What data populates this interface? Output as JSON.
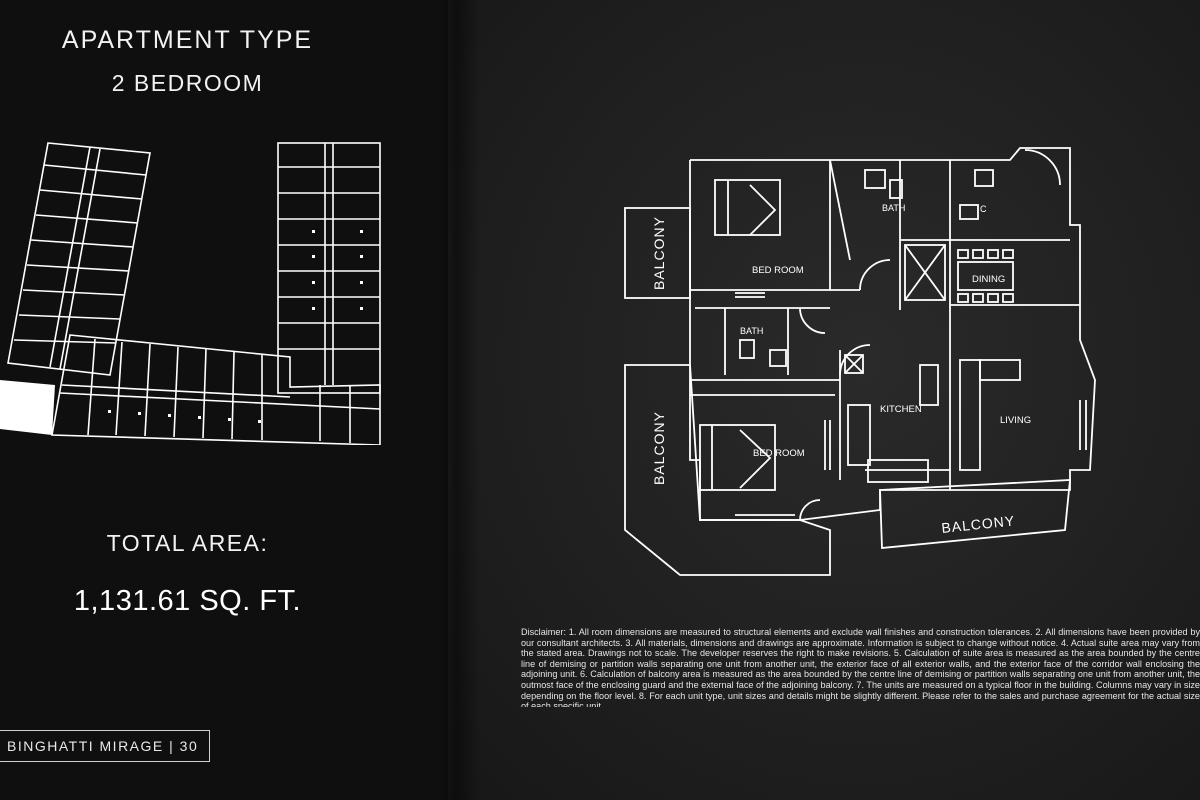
{
  "left_page": {
    "title": "APARTMENT TYPE",
    "subtitle": "2 BEDROOM",
    "area_label": "TOTAL AREA:",
    "area_value": "1,131.61 SQ. FT.",
    "footer": "BINGHATTI MIRAGE | 30"
  },
  "floor_plan": {
    "rooms": {
      "bed_room_1": "BED ROOM",
      "bed_room_2": "BED ROOM",
      "bath_1": "BATH",
      "bath_2": "BATH",
      "dining": "DINING",
      "kitchen": "KITCHEN",
      "living": "LIVING",
      "balcony_1": "BALCONY",
      "balcony_2": "BALCONY",
      "balcony_3": "BALCONY",
      "wc_mark": "C"
    }
  },
  "disclaimer": "Disclaimer: 1. All room dimensions are measured to structural elements and exclude wall finishes and construction tolerances. 2. All dimensions have been provided by our consultant architects. 3. All materials, dimensions and drawings are approximate. Information is subject to change without notice. 4. Actual suite area may vary from the stated area. Drawings not to scale. The developer reserves the right to make revisions. 5. Calculation of suite area is measured as the area bounded by the centre line of demising or partition walls separating one unit from another unit, the exterior face of all exterior walls, and the exterior face of the corridor wall enclosing the adjoining unit. 6. Calculation of balcony area is measured as the area bounded by the centre line of demising or partition walls separating one unit from another unit, the outmost face of the enclosing guard and the external face of the adjoining balcony. 7. The units are measured on a typical floor in the building. Columns may vary in size depending on the floor level. 8. For each unit type, unit sizes and details might be slightly different. Please refer to the sales and purchase agreement for the actual size of each specific unit."
}
